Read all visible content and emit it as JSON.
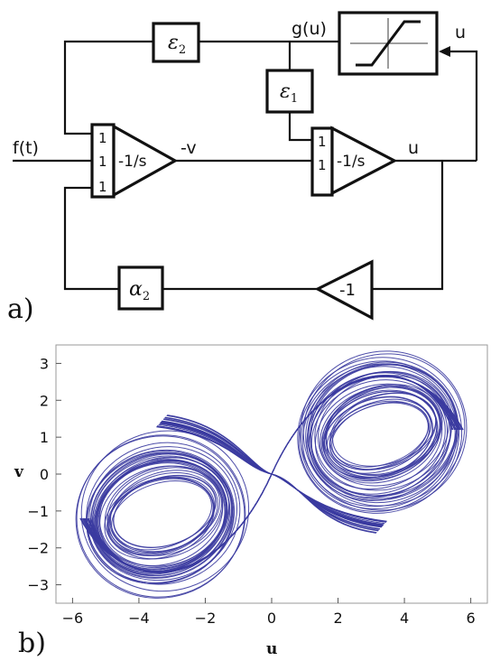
{
  "panel_a": {
    "panel_label": "a)",
    "input_label": "f(t)",
    "integrator1": {
      "gain_label": "-1/s",
      "input_weights": [
        "1",
        "1",
        "1"
      ]
    },
    "integrator2": {
      "gain_label": "-1/s",
      "input_weights": [
        "1",
        "1"
      ]
    },
    "signal_minus_v": "-v",
    "signal_u": "u",
    "nonlinearity_label": "g(u)",
    "nonlinearity_input": "u",
    "gain_epsilon2": "ε2",
    "gain_epsilon1": "ε1",
    "gain_alpha2": "α2",
    "inverter_gain": "-1"
  },
  "panel_b": {
    "panel_label": "b)"
  },
  "chart_data": {
    "type": "line",
    "title": "",
    "xlabel": "u",
    "ylabel": "v",
    "xlim": [
      -6.5,
      6.5
    ],
    "ylim": [
      -3.5,
      3.5
    ],
    "xticks": [
      -6,
      -4,
      -2,
      0,
      2,
      4,
      6
    ],
    "yticks": [
      -3,
      -2,
      -1,
      0,
      1,
      2,
      3
    ],
    "grid": false,
    "series": [
      {
        "color": "#3b3ba0",
        "description_points": {
          "u": [
            0,
            1.2,
            3.4,
            5.9,
            3.4,
            0,
            -1.2,
            -3.4,
            -5.9,
            -3.4,
            0
          ],
          "v": [
            0,
            2.6,
            3.35,
            1.0,
            -1.4,
            0,
            -2.6,
            -3.35,
            -1.0,
            1.4,
            0
          ]
        },
        "loops": {
          "right": {
            "center": [
              3.3,
              1.1
            ],
            "u_radius_range": [
              1.5,
              2.6
            ],
            "v_radius_range": [
              0.8,
              2.25
            ]
          },
          "left": {
            "center": [
              -3.3,
              -1.1
            ],
            "u_radius_range": [
              1.5,
              2.6
            ],
            "v_radius_range": [
              0.8,
              2.25
            ]
          }
        }
      }
    ]
  },
  "colors": {
    "ink": "#111111",
    "trajectory": "#3b3ba0",
    "plot_border": "#9a9a9a"
  }
}
